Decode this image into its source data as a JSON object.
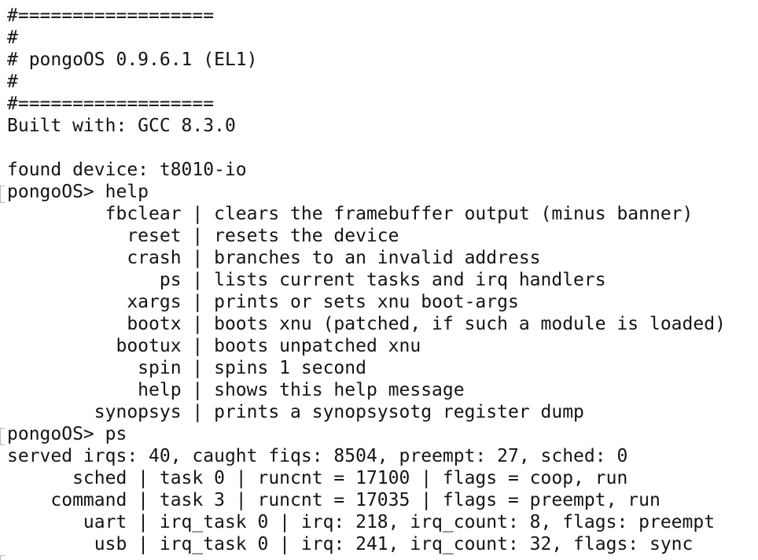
{
  "lines": [
    "#==================",
    "#",
    "# pongoOS 0.9.6.1 (EL1)",
    "#",
    "#==================",
    "Built with: GCC 8.3.0",
    "",
    "found device: t8010-io",
    "pongoOS> help",
    "         fbclear | clears the framebuffer output (minus banner)",
    "           reset | resets the device",
    "           crash | branches to an invalid address",
    "              ps | lists current tasks and irq handlers",
    "           xargs | prints or sets xnu boot-args",
    "           bootx | boots xnu (patched, if such a module is loaded)",
    "          bootux | boots unpatched xnu",
    "            spin | spins 1 second",
    "            help | shows this help message",
    "        synopsys | prints a synopsysotg register dump",
    "pongoOS> ps",
    "served irqs: 40, caught fiqs: 8504, preempt: 27, sched: 0",
    "      sched | task 0 | runcnt = 17100 | flags = coop, run",
    "    command | task 3 | runcnt = 17035 | flags = preempt, run",
    "       uart | irq_task 0 | irq: 218, irq_count: 8, flags: preempt",
    "        usb | irq_task 0 | irq: 241, irq_count: 32, flags: sync"
  ]
}
